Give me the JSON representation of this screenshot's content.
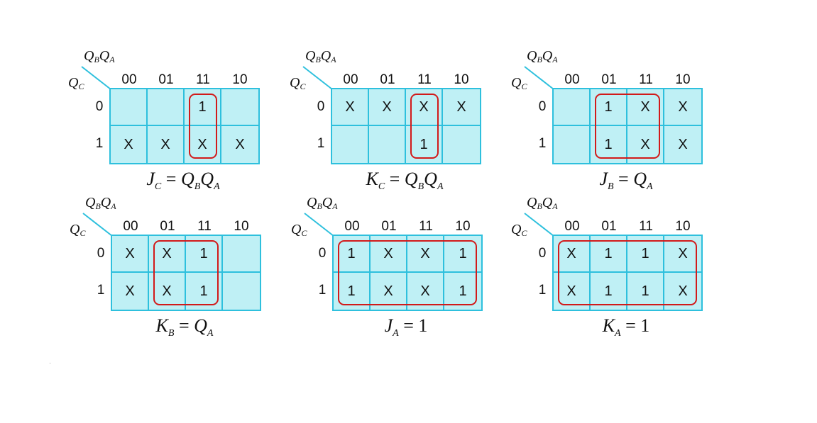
{
  "row_var": "Q_C",
  "col_var": "Q_B Q_A",
  "col_headers": [
    "00",
    "01",
    "11",
    "10"
  ],
  "row_headers": [
    "0",
    "1"
  ],
  "colors": {
    "cell_fill": "#bff0f5",
    "grid_line": "#2ec0dd",
    "loop": "#d21a1a"
  },
  "maps": [
    {
      "id": "jc",
      "cells": [
        [
          "",
          "",
          "1",
          ""
        ],
        [
          "X",
          "X",
          "X",
          "X"
        ]
      ],
      "loops": [
        {
          "col_start": 2,
          "col_end": 2,
          "row_start": 0,
          "row_end": 1
        }
      ],
      "equation": {
        "lhs": "J",
        "lhs_sub": "C",
        "rhs": "Q_B Q_A"
      }
    },
    {
      "id": "kc",
      "cells": [
        [
          "X",
          "X",
          "X",
          "X"
        ],
        [
          "",
          "",
          "1",
          ""
        ]
      ],
      "loops": [
        {
          "col_start": 2,
          "col_end": 2,
          "row_start": 0,
          "row_end": 1
        }
      ],
      "equation": {
        "lhs": "K",
        "lhs_sub": "C",
        "rhs": "Q_B Q_A"
      }
    },
    {
      "id": "jb",
      "cells": [
        [
          "",
          "1",
          "X",
          "X"
        ],
        [
          "",
          "1",
          "X",
          "X"
        ]
      ],
      "loops": [
        {
          "col_start": 1,
          "col_end": 2,
          "row_start": 0,
          "row_end": 1
        }
      ],
      "equation": {
        "lhs": "J",
        "lhs_sub": "B",
        "rhs": "Q_A"
      }
    },
    {
      "id": "kb",
      "cells": [
        [
          "X",
          "X",
          "1",
          ""
        ],
        [
          "X",
          "X",
          "1",
          ""
        ]
      ],
      "loops": [
        {
          "col_start": 1,
          "col_end": 2,
          "row_start": 0,
          "row_end": 1
        }
      ],
      "equation": {
        "lhs": "K",
        "lhs_sub": "B",
        "rhs": "Q_A"
      }
    },
    {
      "id": "ja",
      "cells": [
        [
          "1",
          "X",
          "X",
          "1"
        ],
        [
          "1",
          "X",
          "X",
          "1"
        ]
      ],
      "loops": [
        {
          "col_start": 0,
          "col_end": 3,
          "row_start": 0,
          "row_end": 1
        }
      ],
      "equation": {
        "lhs": "J",
        "lhs_sub": "A",
        "rhs": "1"
      }
    },
    {
      "id": "ka",
      "cells": [
        [
          "X",
          "1",
          "1",
          "X"
        ],
        [
          "X",
          "1",
          "1",
          "X"
        ]
      ],
      "loops": [
        {
          "col_start": 0,
          "col_end": 3,
          "row_start": 0,
          "row_end": 1
        }
      ],
      "equation": {
        "lhs": "K",
        "lhs_sub": "A",
        "rhs": "1"
      }
    }
  ]
}
